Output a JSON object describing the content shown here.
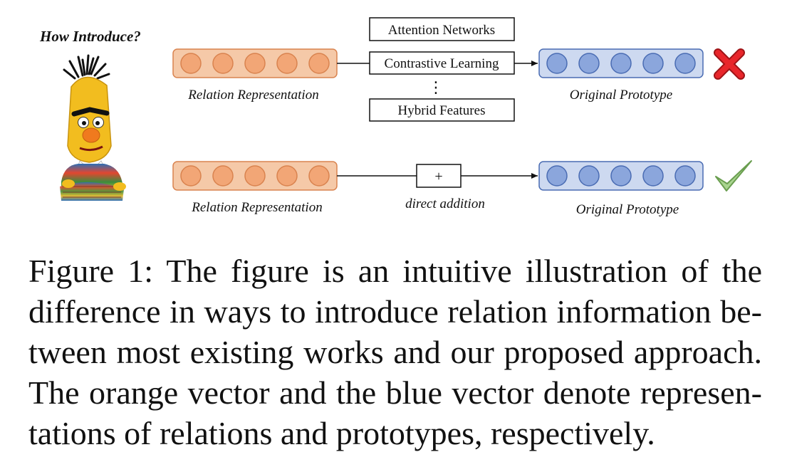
{
  "figure": {
    "question": "How Introduce?",
    "character": "bert-character",
    "top_row": {
      "left_label": "Relation Representation",
      "right_label": "Original Prototype",
      "methods": [
        "Attention Networks",
        "Contrastive Learning",
        "Hybrid Features"
      ],
      "ellipsis": "⋮",
      "verdict_icon": "cross-icon"
    },
    "bottom_row": {
      "left_label": "Relation Representation",
      "right_label": "Original Prototype",
      "operator": "+",
      "operator_label": "direct addition",
      "verdict_icon": "check-icon"
    },
    "colors": {
      "orange_fill": "#f5c9a8",
      "orange_circle": "#f2a676",
      "orange_stroke": "#d9834f",
      "blue_fill": "#cdd9f0",
      "blue_circle": "#8ba6dc",
      "blue_stroke": "#4a6cb3",
      "cross": "#e8262b",
      "check": "#7ab85e"
    }
  },
  "caption": {
    "lines": [
      "Figure 1: The figure is an intuitive illustration of the",
      "difference in ways to introduce relation information be-",
      "tween most existing works and our proposed approach.",
      "The orange vector and the blue vector denote represen-",
      "tations of relations and prototypes, respectively."
    ]
  }
}
